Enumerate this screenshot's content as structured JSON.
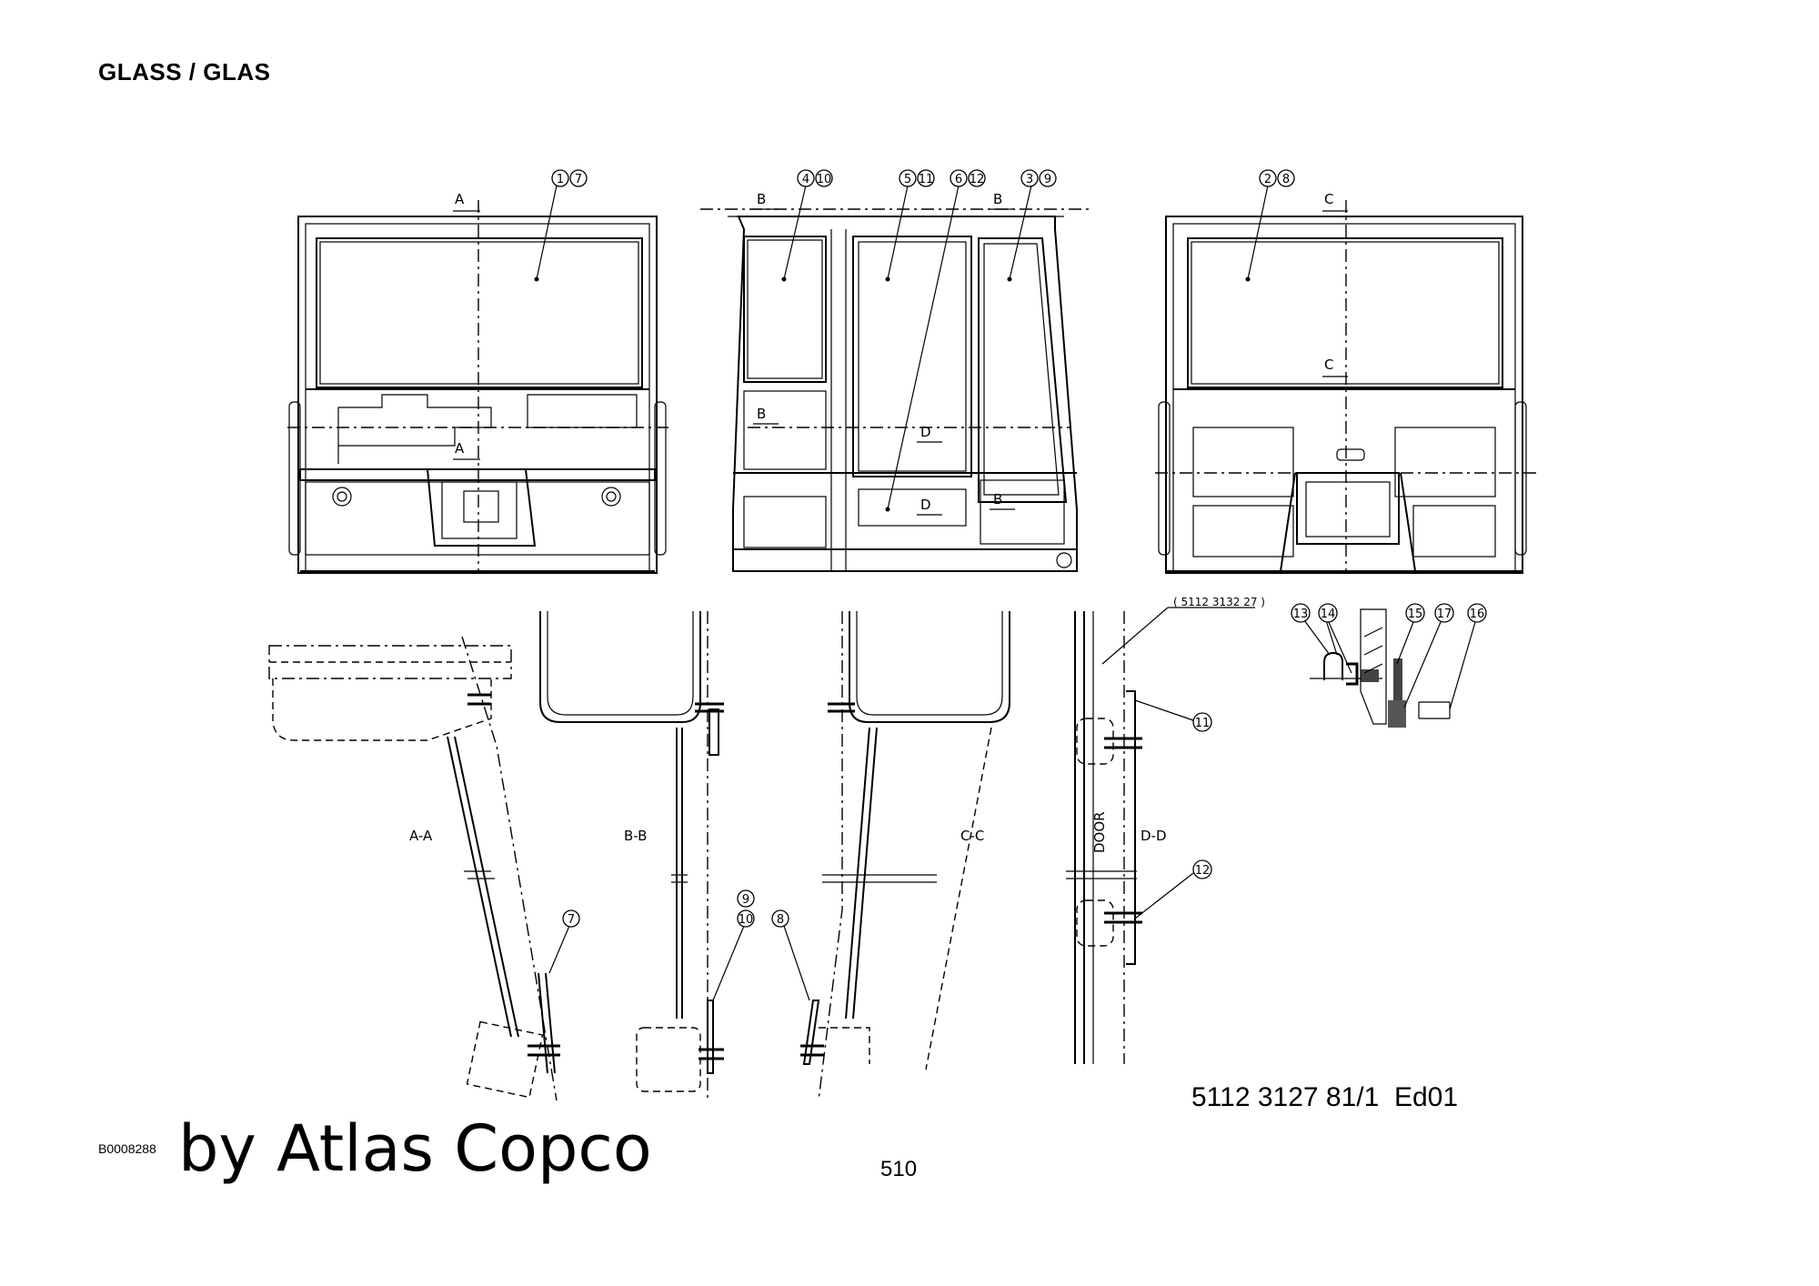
{
  "header": {
    "title": "GLASS / GLAS"
  },
  "views": {
    "front": {
      "cut_top": "A",
      "cut_mid": "A",
      "callouts": [
        "1",
        "7"
      ]
    },
    "side": {
      "cut_b1": "B",
      "cut_b2": "B",
      "cut_b3": "B",
      "cut_b4": "B",
      "cut_d1": "D",
      "cut_d2": "D",
      "callouts": [
        "4",
        "10",
        "5",
        "11",
        "6",
        "12",
        "3",
        "9"
      ]
    },
    "rear": {
      "cut_top": "C",
      "cut_mid": "C",
      "callouts": [
        "2",
        "8"
      ]
    }
  },
  "sections": {
    "aa": {
      "label": "A-A",
      "callout": "7"
    },
    "bb": {
      "label": "B-B",
      "callouts": [
        "9",
        "10"
      ]
    },
    "cc": {
      "label": "C-C",
      "callout": "8"
    },
    "dd": {
      "label": "D-D",
      "door_label": "DOOR",
      "part_ref": "( 5112 3132 27 )",
      "callouts": [
        "11",
        "12"
      ]
    }
  },
  "detail": {
    "callouts": [
      "13",
      "14",
      "15",
      "17",
      "16"
    ]
  },
  "footer": {
    "document_number": "5112 3127 81/1  Ed01",
    "image_code": "B0008288",
    "brand": "by Atlas Copco",
    "page_number": "510"
  }
}
